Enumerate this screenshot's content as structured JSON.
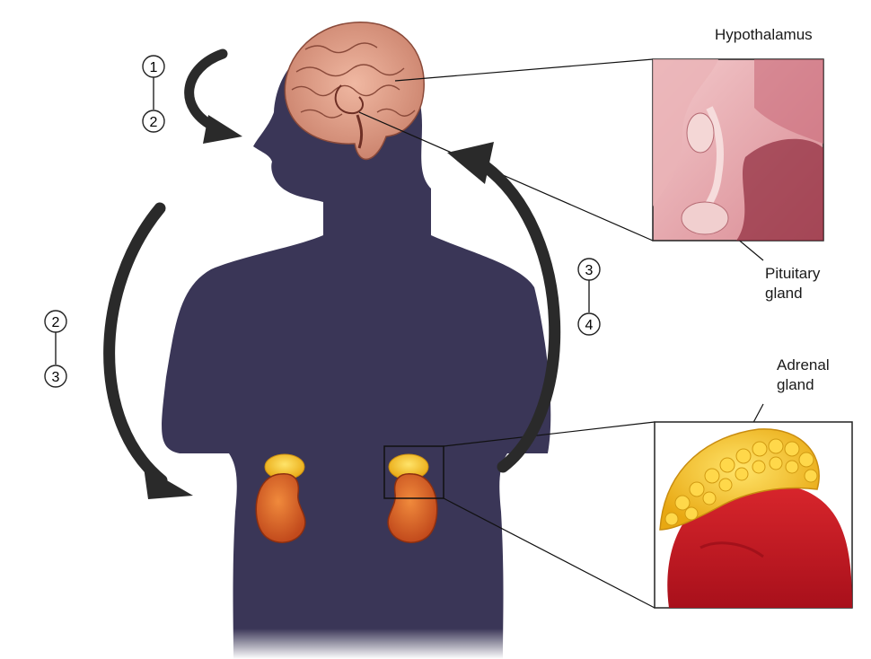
{
  "labels": {
    "hypothalamus": "Hypothalamus",
    "pituitary": [
      "Pituitary",
      "gland"
    ],
    "adrenal": [
      "Adrenal",
      "gland"
    ]
  },
  "steps": {
    "top": [
      "1",
      "2"
    ],
    "left": [
      "2",
      "3"
    ],
    "right": [
      "3",
      "4"
    ]
  }
}
